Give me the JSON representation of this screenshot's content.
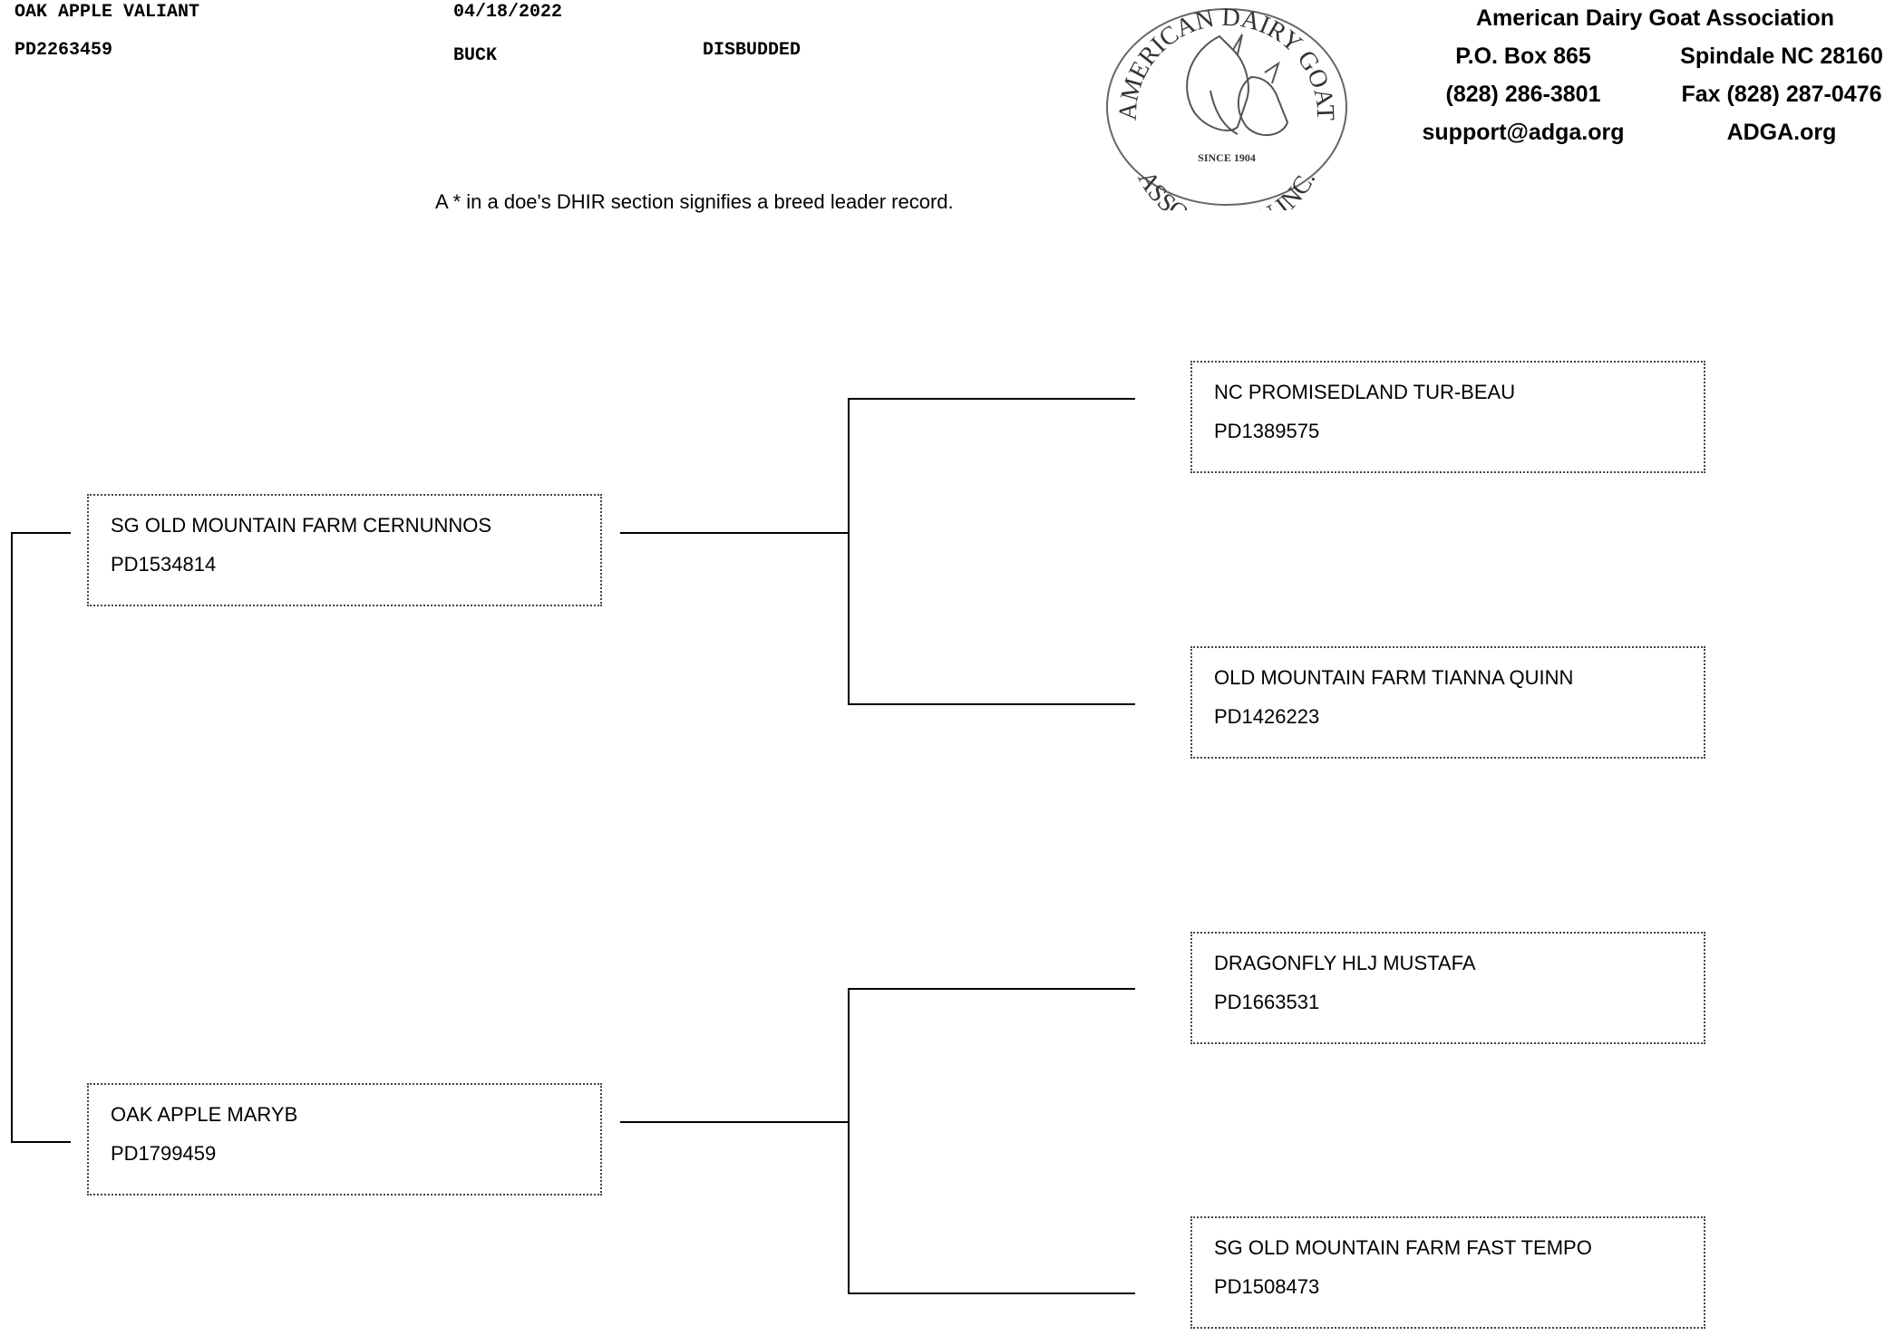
{
  "header": {
    "animal_name": "OAK APPLE VALIANT",
    "reg_number": "PD2263459",
    "birth_date": "04/18/2022",
    "sex": "BUCK",
    "horn_status": "DISBUDDED",
    "note": "A * in a doe's DHIR section signifies a breed leader record."
  },
  "logo": {
    "top_text": "AMERICAN DAIRY GOAT",
    "bottom_text": "ASSOCIATION INC.",
    "since": "SINCE 1904"
  },
  "association": {
    "name": "American Dairy Goat Association",
    "po_box": "P.O. Box 865",
    "city": "Spindale NC 28160",
    "phone": "(828) 286-3801",
    "fax": "Fax (828) 287-0476",
    "email": "support@adga.org",
    "website": "ADGA.org"
  },
  "pedigree": {
    "sire": {
      "name": "SG OLD MOUNTAIN FARM CERNUNNOS",
      "reg": "PD1534814"
    },
    "dam": {
      "name": "OAK APPLE MARYB",
      "reg": "PD1799459"
    },
    "sire_sire": {
      "name": "NC PROMISEDLAND TUR-BEAU",
      "reg": "PD1389575"
    },
    "sire_dam": {
      "name": "OLD MOUNTAIN FARM TIANNA QUINN",
      "reg": "PD1426223"
    },
    "dam_sire": {
      "name": "DRAGONFLY HLJ MUSTAFA",
      "reg": "PD1663531"
    },
    "dam_dam": {
      "name": "SG OLD MOUNTAIN FARM FAST TEMPO",
      "reg": "PD1508473"
    }
  }
}
